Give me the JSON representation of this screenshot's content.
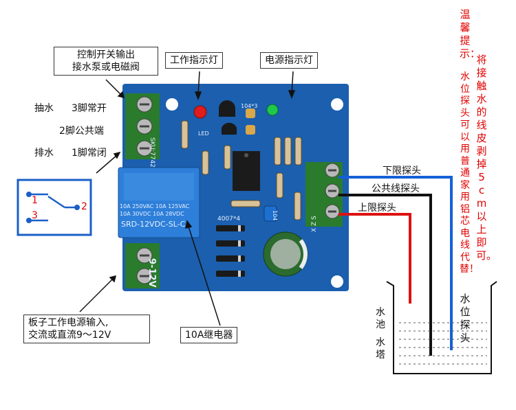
{
  "callouts": {
    "control_output_line1": "控制开关输出",
    "control_output_line2": "接水泵或电磁阀",
    "work_indicator": "工作指示灯",
    "power_indicator": "电源指示灯",
    "relay": "10A继电器",
    "power_input_line1": "板子工作电源输入,",
    "power_input_line2": "交流或直流9～12V"
  },
  "terminals_left": {
    "pump_in": "抽水",
    "pin3": "3脚常开",
    "pin2": "2脚公共端",
    "drain": "排水",
    "pin1": "1脚常闭"
  },
  "switch_symbol": {
    "pin1": "1",
    "pin2": "2",
    "pin3": "3"
  },
  "probes": {
    "lower": "下限探头",
    "common": "公共线探头",
    "upper": "上限探头"
  },
  "tank": {
    "left_line1": "水",
    "left_line2": "池",
    "left_line3": "水",
    "left_line4": "塔",
    "probe_label": "水位探头"
  },
  "tip": {
    "title": "温馨提示：",
    "body_col1": "将接触水的线皮剥掉5cm以上即可。",
    "body_col2": "水位探头可以用普通家用铝芯电线代替！"
  },
  "board": {
    "sku": "SKU:7742",
    "relay_spec1": "10A 250VAC  10A 125VAC",
    "relay_spec2": "10A  30VDC  10A  28VDC",
    "relay_model": "SRD-12VDC-SL-C",
    "led_label": "LED",
    "chip_label": "104*3",
    "diode_label": "4007*4",
    "voltage_label": "9-12V",
    "xzs_label": "X Z S",
    "cap_label": "104"
  },
  "colors": {
    "board": "#1b5fae",
    "probe_lower": "#1560d8",
    "probe_common": "#111111",
    "probe_upper": "#dd1111",
    "tip_text": "#e00000",
    "switch_symbol": "#1a5fc8"
  }
}
